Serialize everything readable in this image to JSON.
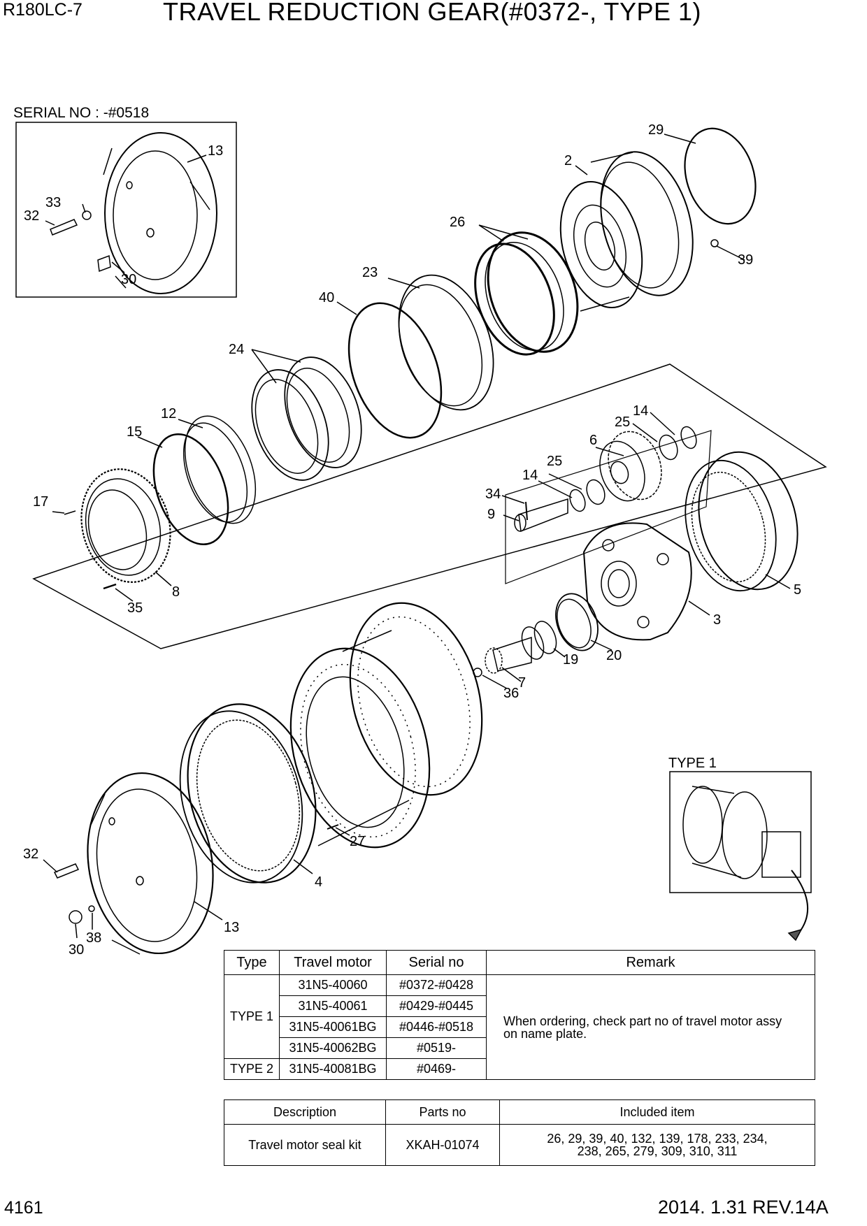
{
  "header": {
    "model": "R180LC-7",
    "title": "TRAVEL REDUCTION GEAR(#0372-, TYPE 1)"
  },
  "inset": {
    "serial_label": "SERIAL NO : -#0518",
    "type1_label": "TYPE 1"
  },
  "callouts": [
    "13",
    "33",
    "32",
    "30",
    "29",
    "2",
    "26",
    "39",
    "23",
    "40",
    "24",
    "12",
    "15",
    "17",
    "8",
    "35",
    "14",
    "25",
    "6",
    "25",
    "14",
    "34",
    "9",
    "5",
    "3",
    "20",
    "19",
    "7",
    "36",
    "27",
    "4",
    "32",
    "13",
    "38",
    "30"
  ],
  "type_table": {
    "headers": [
      "Type",
      "Travel motor",
      "Serial no",
      "Remark"
    ],
    "type1": "TYPE 1",
    "type2": "TYPE 2",
    "rows": [
      {
        "motor": "31N5-40060",
        "serial": "#0372-#0428"
      },
      {
        "motor": "31N5-40061",
        "serial": "#0429-#0445"
      },
      {
        "motor": "31N5-40061BG",
        "serial": "#0446-#0518"
      },
      {
        "motor": "31N5-40062BG",
        "serial": "#0519-"
      },
      {
        "motor": "31N5-40081BG",
        "serial": "#0469-"
      }
    ],
    "remark_line1": "When ordering, check part no of travel motor assy",
    "remark_line2": "on name plate."
  },
  "kit_table": {
    "headers": [
      "Description",
      "Parts no",
      "Included item"
    ],
    "description": "Travel motor seal kit",
    "parts_no": "XKAH-01074",
    "included_line1": "26, 29, 39, 40, 132, 139, 178, 233, 234,",
    "included_line2": "238, 265, 279, 309, 310, 311"
  },
  "footer": {
    "page": "4161",
    "revision": "2014. 1.31  REV.14A"
  }
}
